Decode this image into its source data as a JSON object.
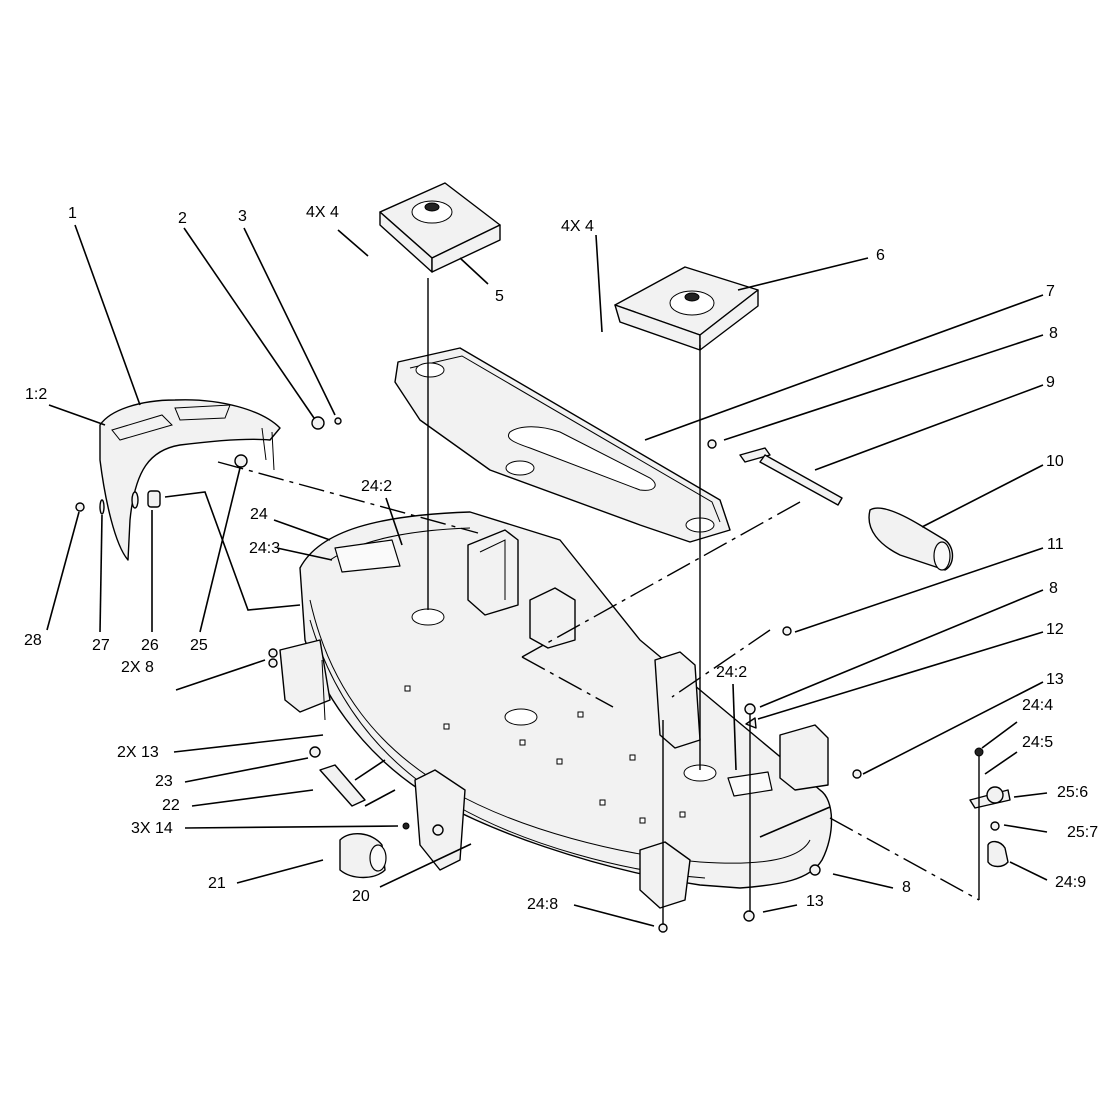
{
  "diagram": {
    "background": "#ffffff",
    "line_color": "#000000",
    "fill_color": "#f2f2f2",
    "callouts": {
      "c1": "1",
      "c1_2": "1:2",
      "c2": "2",
      "c3": "3",
      "c4_left": "4X 4",
      "c4_right": "4X 4",
      "c5": "5",
      "c6": "6",
      "c7": "7",
      "c8_a": "8",
      "c9": "9",
      "c10": "10",
      "c11": "11",
      "c8_b": "8",
      "c12": "12",
      "c13_a": "13",
      "c24_4": "24:4",
      "c24_5": "24:5",
      "c25_6": "25:6",
      "c25_7": "25:7",
      "c24_9": "24:9",
      "c8_c": "8",
      "c13_b": "13",
      "c24_8": "24:8",
      "c20": "20",
      "c21": "21",
      "c3x14": "3X 14",
      "c22": "22",
      "c23": "23",
      "c2x13": "2X 13",
      "c2x8": "2X 8",
      "c24_2_right": "24:2",
      "c24_2_top": "24:2",
      "c24": "24",
      "c24_3": "24:3",
      "c28": "28",
      "c27": "27",
      "c26": "26",
      "c25": "25"
    }
  }
}
